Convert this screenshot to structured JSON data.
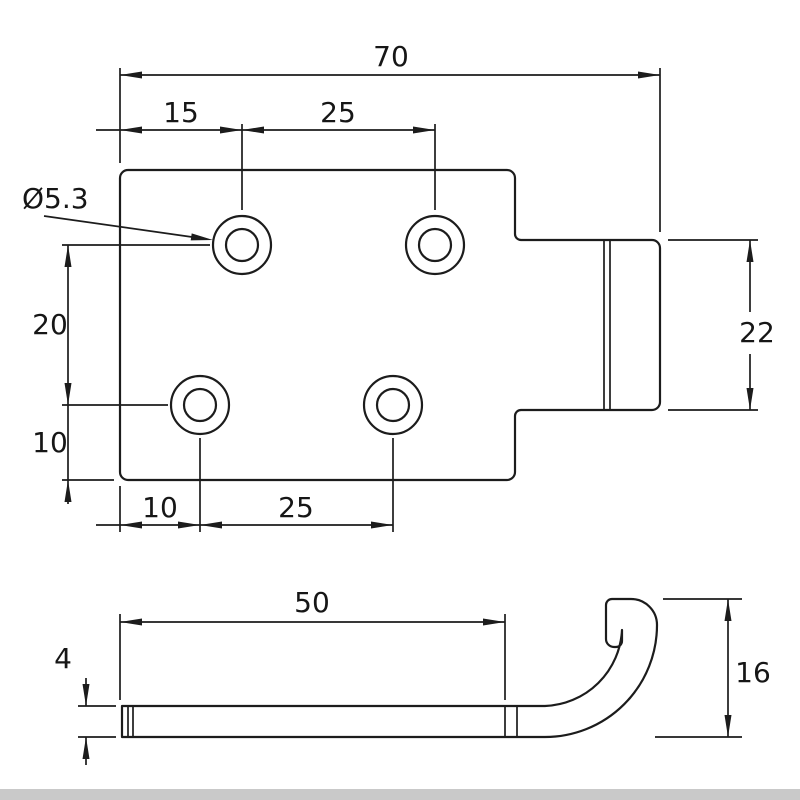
{
  "colors": {
    "line": "#1c1c1c",
    "background": "#ffffff",
    "footer_bar": "#c9c9c9"
  },
  "top_view": {
    "dims": {
      "overall_width": "70",
      "left_to_hole_top": "15",
      "hole_pitch_top": "25",
      "hole_diameter": "Ø5.3",
      "row_pitch": "20",
      "bottom_row_offset": "10",
      "tab_width": "22",
      "left_to_hole_bottom": "10",
      "hole_pitch_bottom": "25"
    }
  },
  "side_view": {
    "dims": {
      "flat_length": "50",
      "thickness": "4",
      "hook_height": "16"
    }
  }
}
